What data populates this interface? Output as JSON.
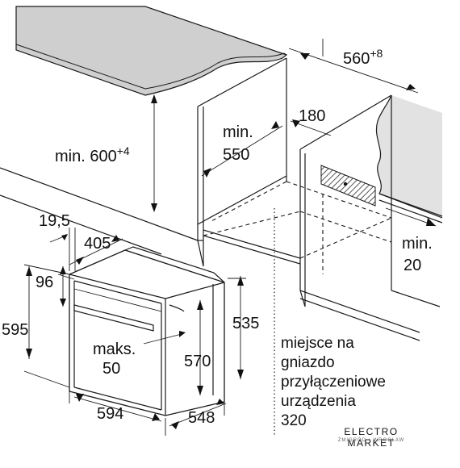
{
  "dimensions": {
    "install_width": {
      "value": "560",
      "sup": "+8"
    },
    "install_height_min": {
      "value": "min. 600",
      "sup": "+4"
    },
    "install_depth_min": {
      "line1": "min.",
      "line2": "550"
    },
    "cutout_180": "180",
    "gap_min": {
      "line1": "min.",
      "line2": "20"
    },
    "offset_19_5": "19,5",
    "depth_405": "405",
    "panel_96": "96",
    "height_595": "595",
    "height_535": "535",
    "max_50": {
      "line1": "maks.",
      "line2": "50"
    },
    "height_570": "570",
    "width_594": "594",
    "depth_548": "548"
  },
  "socket_note": {
    "lines": [
      "miejsce na",
      "gniazdo",
      "przyłączeniowe",
      "urządzenia"
    ],
    "tail": "320"
  },
  "logo": {
    "main": "ELECTRO MARKET",
    "sub": "ŻMIGRÓD • WROCŁAW"
  },
  "colors": {
    "countertop": "#cfcfcf",
    "side_panel": "#e2e2e2",
    "vent_hatch": "#555555",
    "line": "#1a1a1a"
  }
}
